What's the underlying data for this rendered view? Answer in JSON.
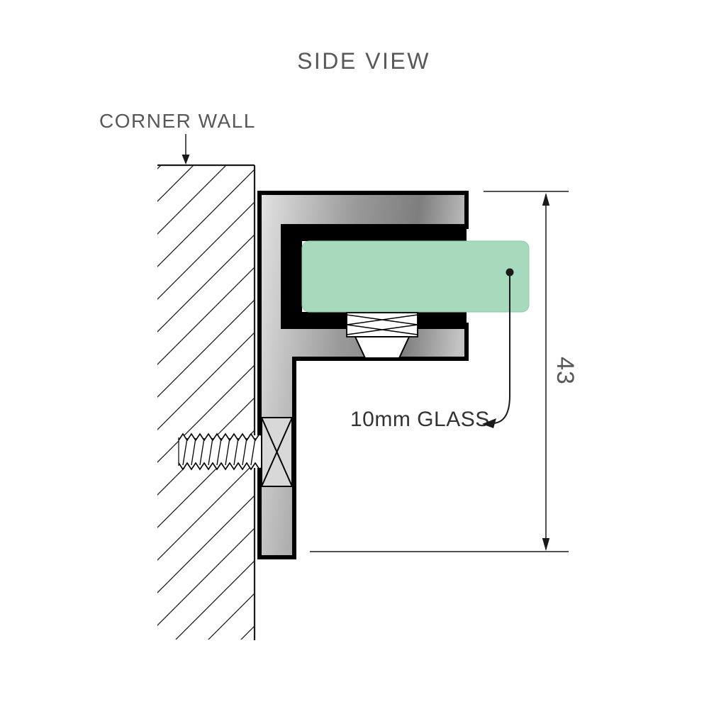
{
  "title": "SIDE VIEW",
  "labels": {
    "corner_wall": "CORNER WALL",
    "glass": "10mm GLASS",
    "dimension_height": "43"
  },
  "colors": {
    "background": "#ffffff",
    "glass_green": "#a7d9bd",
    "glass_edge": "#8fcbab",
    "metal_light": "#e3e3e3",
    "metal_mid": "#9a9a9a",
    "metal_dark": "#7e7e7e",
    "metal_edge": "#c2c2c2",
    "outline": "#000000",
    "text_gray": "#58585a",
    "text_dark": "#333333"
  }
}
